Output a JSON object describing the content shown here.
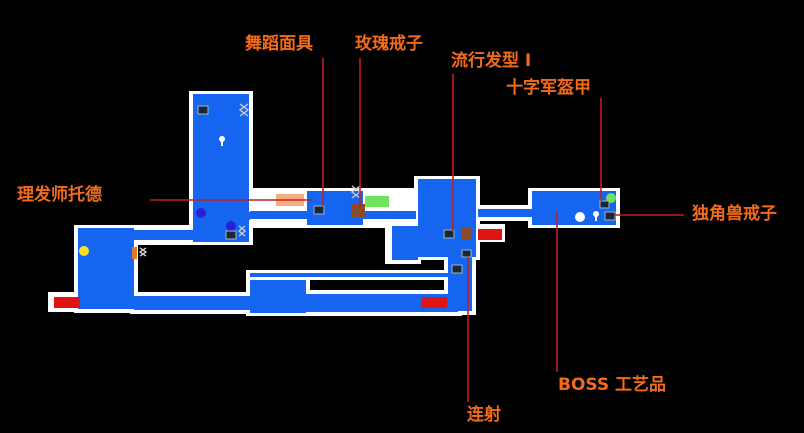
{
  "colors": {
    "background": "#000000",
    "room_fill": "#1565f0",
    "wall": "#ffffff",
    "annotation": "#f26a1b",
    "leader_line": "#c41e1e",
    "red_door": "#e11414",
    "green_door": "#6fe35a",
    "yellow_dot": "#f6e21d",
    "blue_dot": "#2b1fd8"
  },
  "labels": {
    "dance_mask": "舞蹈面具",
    "rose_ring": "玫瑰戒子",
    "trendy_hair": "流行发型 I",
    "crusader_armor": "十字军盔甲",
    "barber_tod": "理发师托德",
    "unicorn_ring": "独角兽戒子",
    "boss_artifact": "BOSS 工艺品",
    "rapid_fire": "连射"
  }
}
